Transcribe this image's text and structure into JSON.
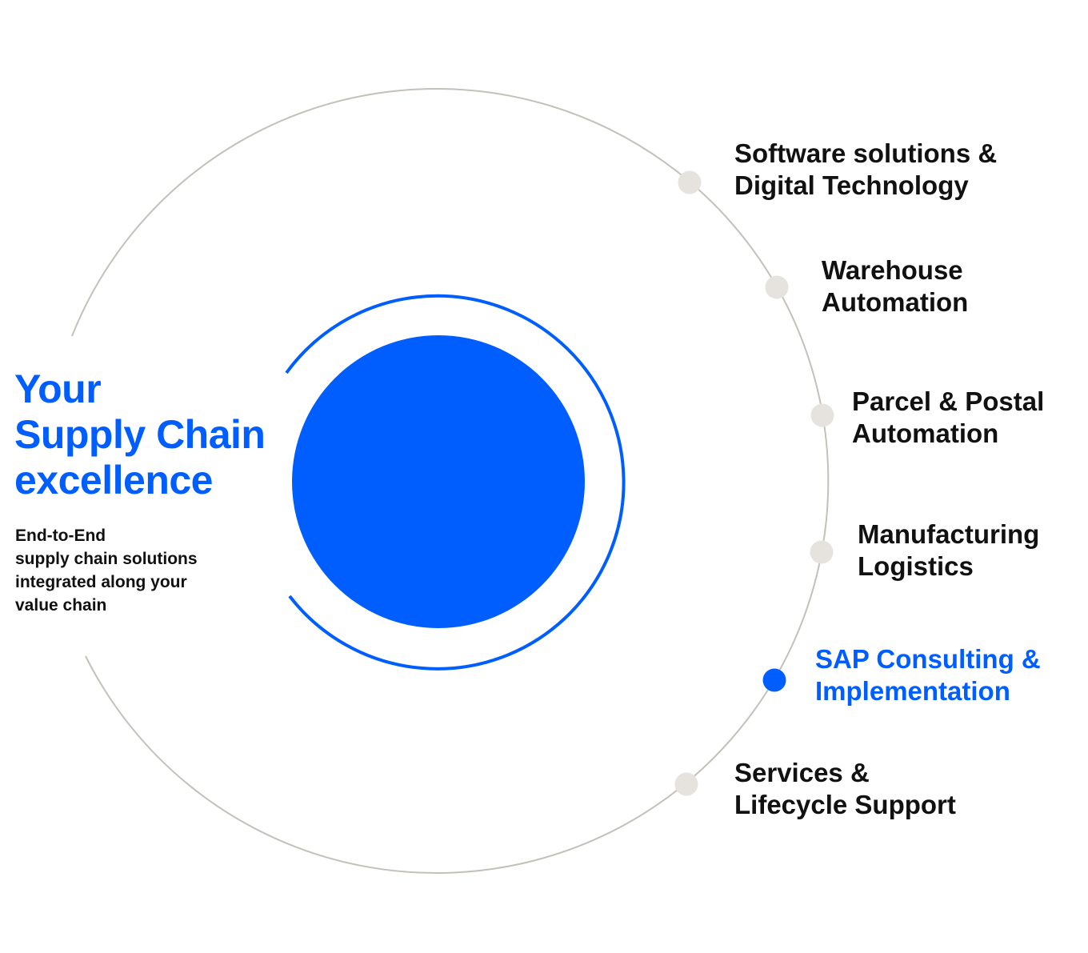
{
  "heading": {
    "lines": [
      "Your",
      "Supply Chain",
      "excellence"
    ]
  },
  "subtitle": {
    "lines": [
      "End-to-End",
      "supply chain solutions",
      "integrated along your",
      "value chain"
    ]
  },
  "items": [
    {
      "lines": [
        "Software solutions &",
        "Digital Technology"
      ],
      "active": false
    },
    {
      "lines": [
        "Warehouse",
        "Automation"
      ],
      "active": false
    },
    {
      "lines": [
        "Parcel & Postal",
        "Automation"
      ],
      "active": false
    },
    {
      "lines": [
        "Manufacturing",
        "Logistics"
      ],
      "active": false
    },
    {
      "lines": [
        "SAP Consulting &",
        "Implementation"
      ],
      "active": true
    },
    {
      "lines": [
        "Services &",
        "Lifecycle Support"
      ],
      "active": false
    }
  ],
  "colors": {
    "accent": "#005EFF",
    "ring": "#C4C0BA",
    "dot": "#E6E3DE",
    "text": "#111111"
  }
}
